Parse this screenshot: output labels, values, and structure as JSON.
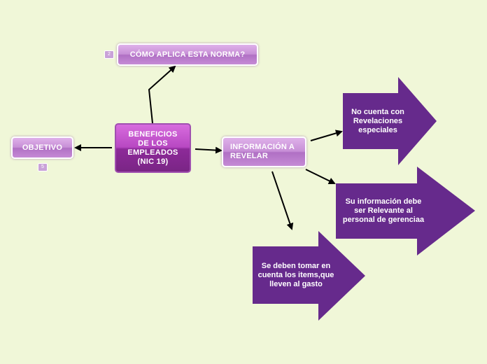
{
  "central": {
    "label": "BENEFICIOS DE LOS EMPLEADOS (NIC 19)"
  },
  "topic_norma": {
    "label": "CÓMO APLICA ESTA NORMA?",
    "badge": "2"
  },
  "topic_objetivo": {
    "label": "OBJETIVO",
    "badge": "5"
  },
  "topic_info": {
    "label": "INFORMACIÓN A REVELAR"
  },
  "callouts": [
    {
      "label": "No cuenta con Revelaciones especiales"
    },
    {
      "label": "Su información debe ser Relevante al personal de gerenciaa"
    },
    {
      "label": "Se deben tomar en cuenta los items,que lleven al gasto"
    }
  ],
  "colors": {
    "background": "#f0f7d8",
    "callout_fill": "#662a8c",
    "central_fill": "#b848c2",
    "topic_fill": "#c78fd6",
    "connector": "#000000"
  }
}
